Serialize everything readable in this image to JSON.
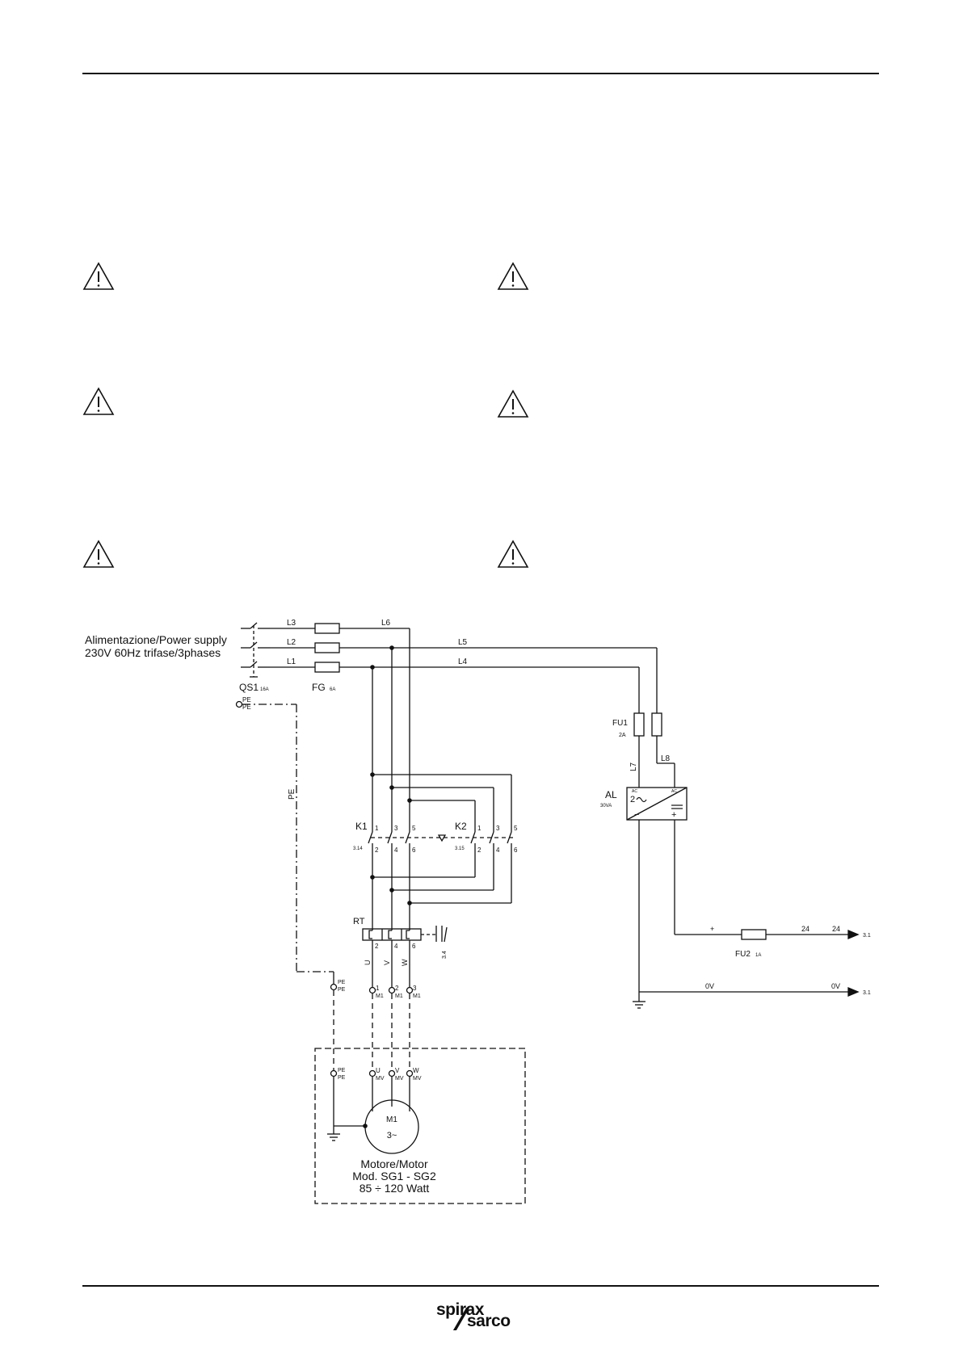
{
  "supply": {
    "line1": "Alimentazione/Power supply",
    "line2": "230V 60Hz trifase/3phases"
  },
  "labels": {
    "L1": "L1",
    "L2": "L2",
    "L3": "L3",
    "L4": "L4",
    "L5": "L5",
    "L6": "L6",
    "L7": "L7",
    "L8": "L8",
    "QS1": "QS1",
    "QS1_rating": "16A",
    "FG": "FG",
    "FG_rating": "6A",
    "PE_top": "PE",
    "PE_bottom": "PE",
    "PE_line": "PE",
    "FU1": "FU1",
    "FU1_rating": "2A",
    "AL": "AL",
    "AL_rating": "30VA",
    "AL_ac1": "AC",
    "AL_ac2": "AC",
    "AL_two": "2",
    "AL_minus": "−",
    "AL_plus": "+",
    "K1": "K1",
    "K1_ref": "3.14",
    "K2": "K2",
    "K2_ref": "3.15",
    "n1": "1",
    "n2": "2",
    "n3": "3",
    "n4": "4",
    "n5": "5",
    "n6": "6",
    "RT": "RT",
    "RT_ref": "3.4",
    "U": "U",
    "V": "V",
    "W": "W",
    "M1": "M1",
    "MV": "MV",
    "motor_id": "M1",
    "motor_phase": "3~",
    "plus_out": "+",
    "v24a": "24",
    "v24b": "24",
    "FU2": "FU2",
    "FU2_rating": "1A",
    "ref_out": "3.1",
    "v0a": "0V",
    "v0b": "0V"
  },
  "motor_caption": {
    "line1": "Motore/Motor",
    "line2": "Mod. SG1 - SG2",
    "line3": "85 ÷ 120 Watt"
  },
  "logo": {
    "word1": "spirax",
    "word2": "sarco"
  },
  "icons": [
    "warning-icon",
    "warning-icon",
    "warning-icon",
    "warning-icon",
    "warning-icon",
    "warning-icon"
  ]
}
